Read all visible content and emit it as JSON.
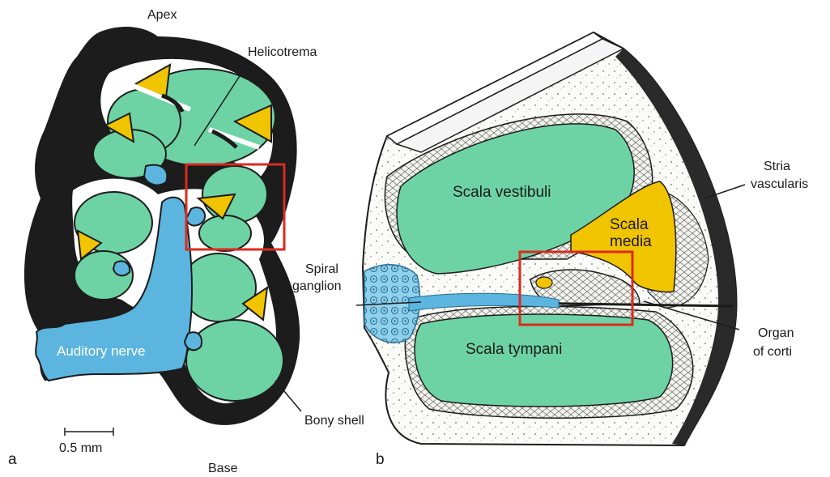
{
  "panel_a": {
    "letter": "a",
    "labels": {
      "apex": "Apex",
      "helicotrema": "Helicotrema",
      "auditory_nerve": "Auditory nerve",
      "bony_shell": "Bony shell",
      "base": "Base",
      "scale": "0.5 mm"
    }
  },
  "panel_b": {
    "letter": "b",
    "labels": {
      "scala_vestibuli": "Scala vestibuli",
      "scala_media_1": "Scala",
      "scala_media_2": "media",
      "scala_tympani": "Scala tympani",
      "spiral_ganglion_1": "Spiral",
      "spiral_ganglion_2": "ganglion",
      "stria_1": "Stria",
      "stria_2": "vascularis",
      "organ_1": "Organ",
      "organ_2": "of corti"
    }
  },
  "colors": {
    "green": "#6dd3a5",
    "yellow": "#f1c400",
    "blue": "#5bb5df",
    "bone": "#1c1c1c",
    "highlight": "#d92b1f"
  }
}
